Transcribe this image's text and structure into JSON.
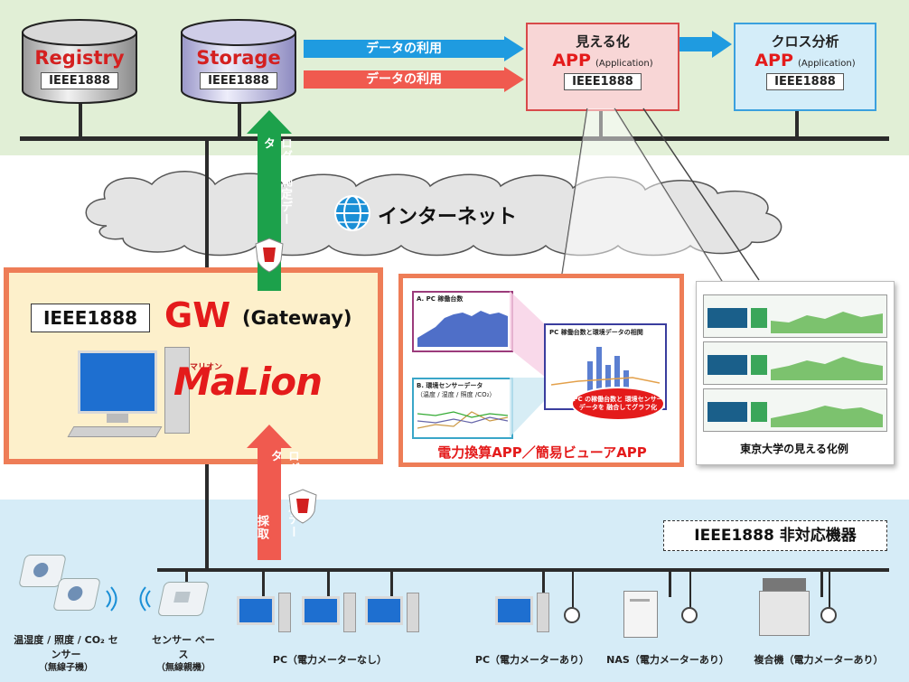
{
  "top": {
    "registry": {
      "title": "Registry",
      "badge": "IEEE1888"
    },
    "storage": {
      "title": "Storage",
      "badge": "IEEE1888"
    },
    "data_use_1": "データの利用",
    "data_use_2": "データの利用",
    "viz_app": {
      "title": "見える化",
      "app": "APP",
      "app_sub": "(Application)",
      "badge": "IEEE1888"
    },
    "cross_app": {
      "title": "クロス分析",
      "app": "APP",
      "app_sub": "(Application)",
      "badge": "IEEE1888"
    }
  },
  "internet": {
    "label": "インターネット"
  },
  "arrows": {
    "log_up": "ログ・測定データ",
    "log_collect_1": "ログ・測定データ",
    "log_collect_2": "採取"
  },
  "gateway": {
    "badge": "IEEE1888",
    "gw": "GW",
    "gw_sub": "(Gateway)",
    "malion_small": "マリオン",
    "malion": "MaLion"
  },
  "sample_app": {
    "panel_a": "A. PC 稼働台数",
    "panel_b": "B. 環境センサーデータ",
    "panel_b_sub": "（温度 / 湿度 / 照度 /CO₂）",
    "panel_c": "PC 稼働台数と環境データの相関",
    "callout": "PC の稼働台数と 環境センサーデータを 融合してグラフ化",
    "caption": "電力換算APP／簡易ビューアAPP"
  },
  "tokyo": {
    "caption": "東京大学の見える化例"
  },
  "bottom": {
    "non_ieee": "IEEE1888 非対応機器",
    "sensor_label": "温湿度 / 照度 / CO₂ センサー",
    "sensor_sub": "（無線子機）",
    "base_label": "センサー ベース",
    "base_sub": "（無線親機）",
    "pc_no_meter": "PC（電力メーターなし）",
    "pc_meter": "PC（電力メーターあり）",
    "nas_meter": "NAS（電力メーターあり）",
    "mfp_meter": "複合機（電力メーターあり）"
  },
  "colors": {
    "band_top": "#e1efd6",
    "band_bottom": "#d6ecf7",
    "arrow_blue": "#1f9be0",
    "arrow_red": "#f05a4f",
    "arrow_green": "#1ca14b",
    "accent_red": "#e41b1b",
    "frame_orange": "#ee7d57"
  }
}
